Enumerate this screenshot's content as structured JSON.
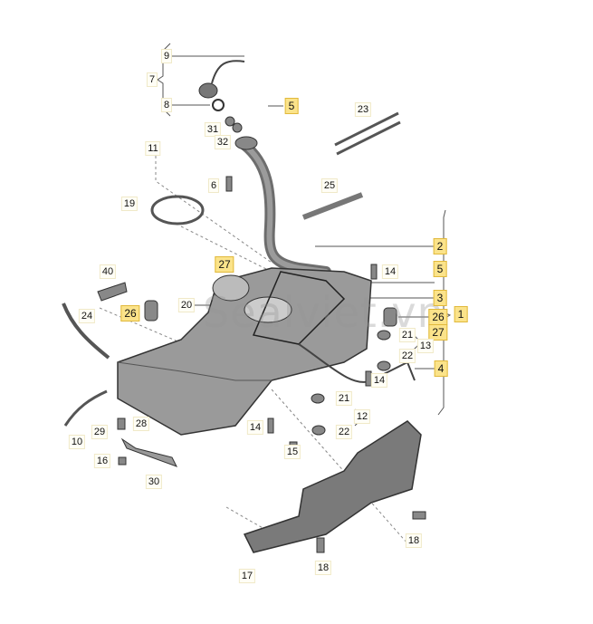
{
  "diagram": {
    "title": "Fuel tank assembly parts diagram",
    "watermark": "Sealviet.vn",
    "colors": {
      "highlight": "#fbe38a",
      "part_fill": "#8c8c8c",
      "line": "#333333"
    },
    "labels": [
      {
        "text": "9",
        "highlight": false
      },
      {
        "text": "7",
        "highlight": false
      },
      {
        "text": "8",
        "highlight": false
      },
      {
        "text": "31",
        "highlight": false
      },
      {
        "text": "32",
        "highlight": false
      },
      {
        "text": "5",
        "highlight": true
      },
      {
        "text": "11",
        "highlight": false
      },
      {
        "text": "6",
        "highlight": false
      },
      {
        "text": "19",
        "highlight": false
      },
      {
        "text": "23",
        "highlight": false
      },
      {
        "text": "25",
        "highlight": false
      },
      {
        "text": "2",
        "highlight": true
      },
      {
        "text": "5",
        "highlight": true
      },
      {
        "text": "3",
        "highlight": true
      },
      {
        "text": "26",
        "highlight": true
      },
      {
        "text": "27",
        "highlight": true
      },
      {
        "text": "1",
        "highlight": true
      },
      {
        "text": "4",
        "highlight": true
      },
      {
        "text": "14",
        "highlight": false
      },
      {
        "text": "27",
        "highlight": true
      },
      {
        "text": "40",
        "highlight": false
      },
      {
        "text": "26",
        "highlight": true
      },
      {
        "text": "24",
        "highlight": false
      },
      {
        "text": "20",
        "highlight": false
      },
      {
        "text": "21",
        "highlight": false
      },
      {
        "text": "13",
        "highlight": false
      },
      {
        "text": "22",
        "highlight": false
      },
      {
        "text": "14",
        "highlight": false
      },
      {
        "text": "21",
        "highlight": false
      },
      {
        "text": "12",
        "highlight": false
      },
      {
        "text": "22",
        "highlight": false
      },
      {
        "text": "28",
        "highlight": false
      },
      {
        "text": "29",
        "highlight": false
      },
      {
        "text": "14",
        "highlight": false
      },
      {
        "text": "15",
        "highlight": false
      },
      {
        "text": "16",
        "highlight": false
      },
      {
        "text": "10",
        "highlight": false
      },
      {
        "text": "30",
        "highlight": false
      },
      {
        "text": "18",
        "highlight": false
      },
      {
        "text": "18",
        "highlight": false
      },
      {
        "text": "17",
        "highlight": false
      }
    ]
  }
}
